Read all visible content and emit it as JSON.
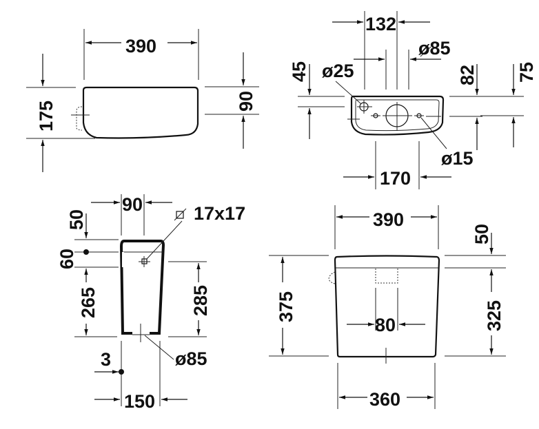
{
  "drawing": {
    "type": "technical dimension drawing",
    "subject": "cistern",
    "units": "mm",
    "views": {
      "top_view": {
        "width": "390",
        "depth": "175",
        "depth_right": "90"
      },
      "bottom_view": {
        "hole_spacing_top": "132",
        "outlet_diameter": "ø85",
        "inlet_diameter": "ø25",
        "fixing_hole_diameter": "ø15",
        "fixing_hole_spacing": "170",
        "offset_left": "45",
        "offset_right_1": "82",
        "offset_right_2": "75"
      },
      "side_view": {
        "top_width": "90",
        "square_hole": "17x17",
        "lid_offset": "50",
        "dim_60": "60",
        "height_left": "265",
        "height_right": "285",
        "outlet_diameter": "ø85",
        "gap": "3",
        "bottom_width": "150"
      },
      "front_view": {
        "top_width": "390",
        "lid_height": "50",
        "total_height": "375",
        "body_height": "325",
        "button_width": "80",
        "bottom_width": "360"
      }
    }
  }
}
